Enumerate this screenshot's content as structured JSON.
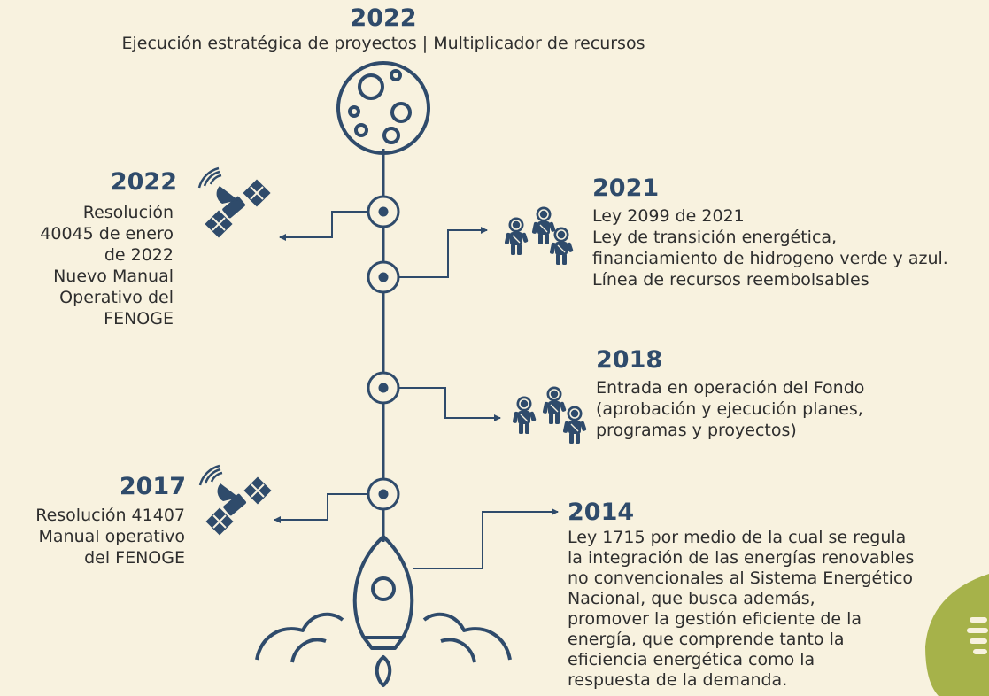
{
  "colors": {
    "background": "#f8f2df",
    "primary": "#2f4b6b",
    "text": "#2e2e2e",
    "accent_leaf": "#a6b24a"
  },
  "top": {
    "year": "2022",
    "subtitle": "Ejecución  estratégica de proyectos | Multiplicador de recursos",
    "icon": "planet-icon"
  },
  "milestones": [
    {
      "id": "2022-left",
      "year": "2022",
      "icon": "satellite-icon",
      "lines": [
        "Resolución",
        "40045 de enero",
        "de 2022",
        "Nuevo Manual",
        "Operativo del",
        "FENOGE"
      ]
    },
    {
      "id": "2021",
      "year": "2021",
      "icon": "astronauts-icon",
      "lines": [
        "Ley 2099 de 2021",
        "Ley de transición energética,",
        "financiamiento de hidrogeno verde y azul.",
        "Línea de recursos reembolsables"
      ]
    },
    {
      "id": "2018",
      "year": "2018",
      "icon": "astronauts-icon",
      "lines": [
        "Entrada en operación del Fondo",
        "(aprobación y ejecución planes,",
        "programas y proyectos)"
      ]
    },
    {
      "id": "2017",
      "year": "2017",
      "icon": "satellite-icon",
      "lines": [
        "Resolución 41407",
        "Manual operativo",
        "del FENOGE"
      ]
    },
    {
      "id": "2014",
      "year": "2014",
      "icon": "rocket-icon",
      "lines": [
        "Ley 1715 por medio de la cual se regula",
        "la integración de las energías renovables",
        "no convencionales al Sistema Energético",
        "Nacional, que busca además,",
        "promover la gestión eficiente de la",
        "energía, que comprende tanto la",
        "eficiencia energética como la",
        "respuesta de la demanda."
      ]
    }
  ]
}
